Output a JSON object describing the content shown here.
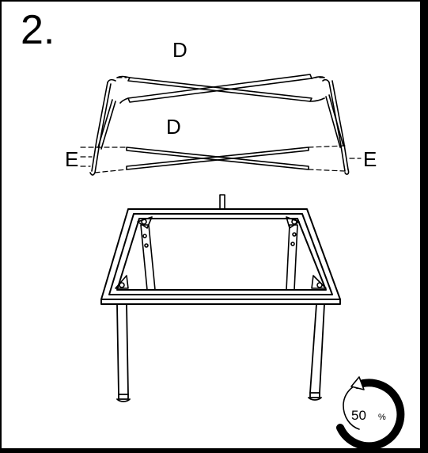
{
  "step": {
    "number": "2."
  },
  "parts": {
    "d_top": "D",
    "d_mid": "D",
    "e_left": "E",
    "e_right": "E"
  },
  "tighten": {
    "value": "50",
    "unit": "%"
  },
  "colors": {
    "line": "#000000",
    "background": "#ffffff"
  },
  "icons": [
    "down-arrow-icon",
    "rotation-tighten-icon"
  ]
}
